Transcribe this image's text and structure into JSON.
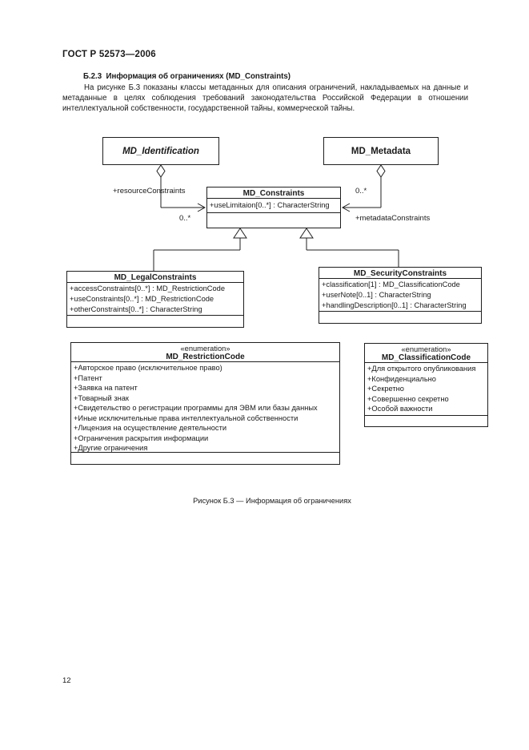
{
  "page": {
    "doc_header": "ГОСТ Р 52573—2006",
    "section_heading": "Б.2.3  Информация об ограничениях (MD_Constraints)",
    "paragraph": "На рисунке Б.3 показаны классы метаданных для описания ограничений, накладываемых на данные и метаданные в целях соблюдения требований законодательства Российской Федерации в отношении интеллектуальной собственности, государственной тайны, коммерческой тайны.",
    "figure_caption": "Рисунок Б.3 — Информация об ограничениях",
    "page_number": "12"
  },
  "diagram": {
    "md_identification": {
      "title": "MD_Identification"
    },
    "md_metadata": {
      "title": "MD_Metadata"
    },
    "md_constraints": {
      "title": "MD_Constraints",
      "attributes": [
        "+useLimitaion[0..*] : CharacterString"
      ]
    },
    "md_legal_constraints": {
      "title": "MD_LegalConstraints",
      "attributes": [
        "+accessConstraints[0..*] : MD_RestrictionCode",
        "+useConstraints[0..*] : MD_RestrictionCode",
        "+otherConstraints[0..*] : CharacterString"
      ]
    },
    "md_security_constraints": {
      "title": "MD_SecurityConstraints",
      "attributes": [
        "+classification[1] : MD_ClassificationCode",
        "+userNote[0..1] : CharacterString",
        "+handlingDescription[0..1] : CharacterString"
      ]
    },
    "md_restriction_code": {
      "stereotype": "«enumeration»",
      "title": "MD_RestrictionCode",
      "items": [
        "+Авторское право (исключительное право)",
        "+Патент",
        "+Заявка на патент",
        "+Товарный знак",
        "+Свидетельство о регистрации программы для ЭВМ или базы данных",
        "+Иные исключительные права интеллектуальной собственности",
        "+Лицензия на осуществление деятельности",
        "+Ограничения раскрытия информации",
        "+Другие ограничения"
      ]
    },
    "md_classification_code": {
      "stereotype": "«enumeration»",
      "title": "MD_ClassificationCode",
      "items": [
        "+Для открытого опубликования",
        "+Конфиденциально",
        "+Секретно",
        "+Совершенно секретно",
        "+Особой важности"
      ]
    },
    "labels": {
      "resource_constraints": "+resourceConstraints",
      "resource_multiplicity": "0..*",
      "metadata_multiplicity": "0..*",
      "metadata_constraints": "+metadataConstraints"
    }
  }
}
